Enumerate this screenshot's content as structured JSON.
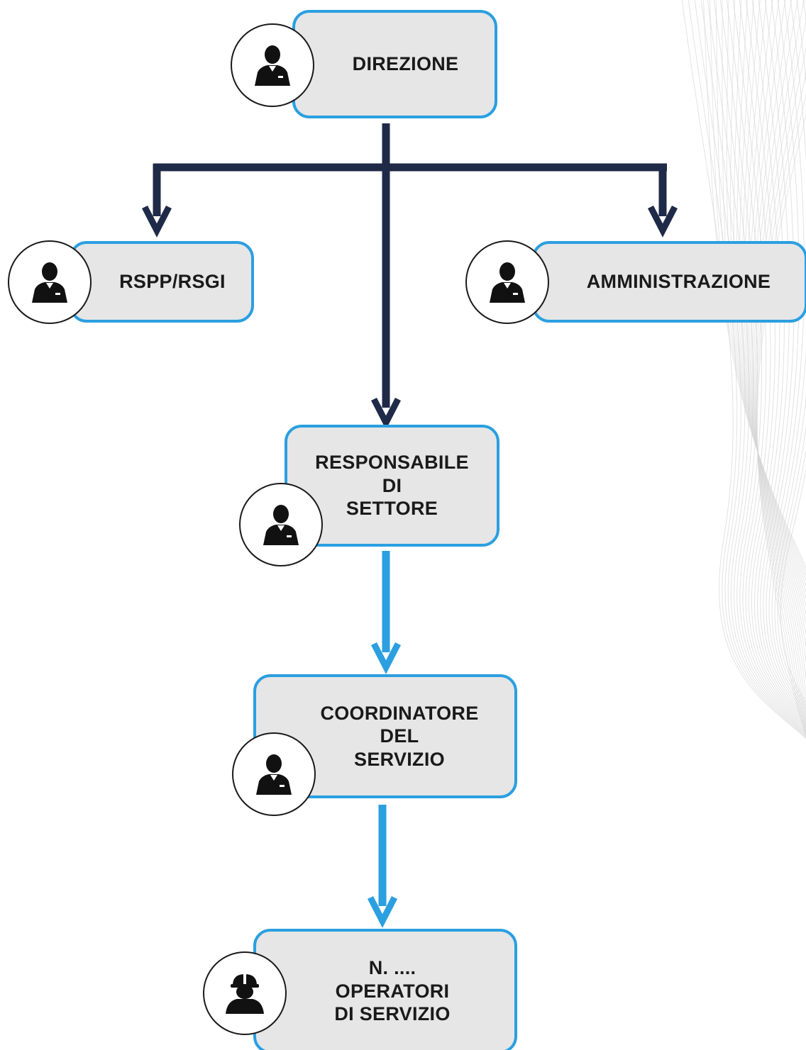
{
  "colors": {
    "node_fill": "#e6e6e6",
    "node_border": "#2b9fe0",
    "connector_dark": "#1f2a48",
    "connector_blue": "#2b9fe0",
    "text": "#1a1a1a"
  },
  "nodes": {
    "direzione": {
      "lines": [
        "DIREZIONE"
      ],
      "icon": "businessman-icon"
    },
    "rspp": {
      "lines": [
        "RSPP/RSGI"
      ],
      "icon": "businessman-icon"
    },
    "amministrazione": {
      "lines": [
        "AMMINISTRAZIONE"
      ],
      "icon": "businessman-icon"
    },
    "responsabile": {
      "lines": [
        "RESPONSABILE",
        "DI",
        "SETTORE"
      ],
      "icon": "businessman-icon"
    },
    "coordinatore": {
      "lines": [
        "COORDINATORE",
        "DEL",
        "SERVIZIO"
      ],
      "icon": "businessman-icon"
    },
    "operatori": {
      "lines": [
        "N. ....",
        "OPERATORI",
        "DI SERVIZIO"
      ],
      "icon": "worker-hardhat-icon"
    }
  },
  "edges": [
    {
      "from": "DIREZIONE",
      "to": "RSPP/RSGI"
    },
    {
      "from": "DIREZIONE",
      "to": "AMMINISTRAZIONE"
    },
    {
      "from": "DIREZIONE",
      "to": "RESPONSABILE DI SETTORE"
    },
    {
      "from": "RESPONSABILE DI SETTORE",
      "to": "COORDINATORE DEL SERVIZIO"
    },
    {
      "from": "COORDINATORE DEL SERVIZIO",
      "to": "N. .... OPERATORI DI SERVIZIO"
    }
  ]
}
